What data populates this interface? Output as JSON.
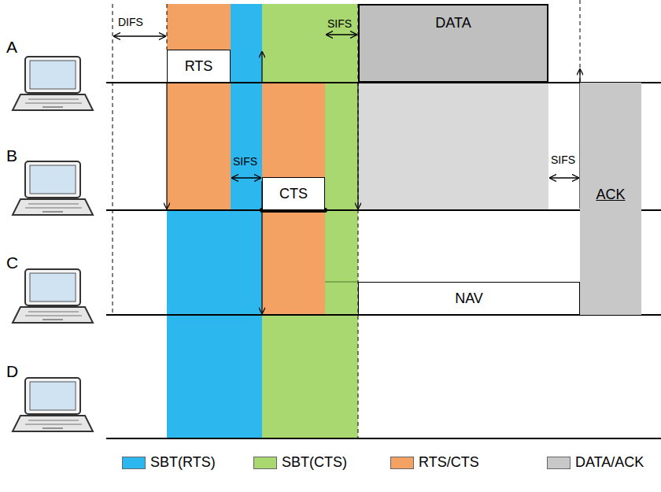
{
  "diagram": {
    "nodes": [
      {
        "text": [
          "RTS"
        ]
      },
      {
        "text": [
          "DATA"
        ]
      },
      {
        "text": [
          "CTS"
        ]
      },
      {
        "text": [
          "NAV"
        ]
      },
      {
        "text": [
          "ACK"
        ]
      }
    ],
    "labels": [
      "A",
      "B",
      "C",
      "D",
      "DIFS",
      "SIFS",
      "SIFS",
      "SIFS"
    ],
    "legend": [
      {
        "text": "SBT(RTS)",
        "color": "#2DB7EF"
      },
      {
        "text": "SBT(CTS)",
        "color": "#A9D870"
      },
      {
        "text": "RTS/CTS",
        "color": "#F4A263"
      },
      {
        "text": "DATA/ACK",
        "color": "#C8C8C8"
      }
    ]
  }
}
